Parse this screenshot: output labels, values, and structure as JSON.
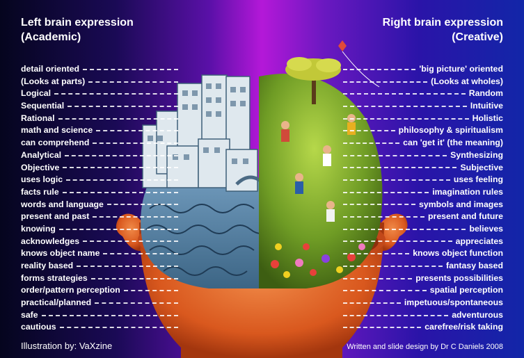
{
  "header": {
    "left_line1": "Left brain expression",
    "left_line2": "(Academic)",
    "right_line1": "Right brain expression",
    "right_line2": "(Creative)"
  },
  "left_list": [
    "detail oriented",
    "(Looks at parts)",
    "Logical",
    "Sequential",
    "Rational",
    "math and science",
    "can comprehend",
    "Analytical",
    "Objective",
    "uses logic",
    "facts rule",
    "words and language",
    "present and past",
    "knowing",
    "acknowledges",
    "knows object name",
    "reality based",
    "forms strategies",
    "order/pattern perception",
    "practical/planned",
    "safe",
    "cautious"
  ],
  "right_list": [
    "'big picture' oriented",
    "(Looks at wholes)",
    "Random",
    "Intuitive",
    "Holistic",
    "philosophy & spiritualism",
    "can 'get it' (the meaning)",
    "Synthesizing",
    "Subjective",
    "uses feeling",
    "imagination rules",
    "symbols and images",
    "present and future",
    "believes",
    "appreciates",
    "knows object function",
    "fantasy based",
    "presents possibilities",
    "spatial perception",
    "impetuous/spontaneous",
    "adventurous",
    "carefree/risk taking"
  ],
  "footer": {
    "left": "Illustration by: VaXzine",
    "right": "Written and slide design by Dr C Daniels 2008"
  },
  "colors": {
    "background_left": "#05051e",
    "background_center": "#b418d8",
    "background_right": "#1226a8",
    "skin": "#e2672c",
    "left_brain": "#5b86a8",
    "right_brain": "#7aa82c",
    "text": "#ffffff"
  }
}
